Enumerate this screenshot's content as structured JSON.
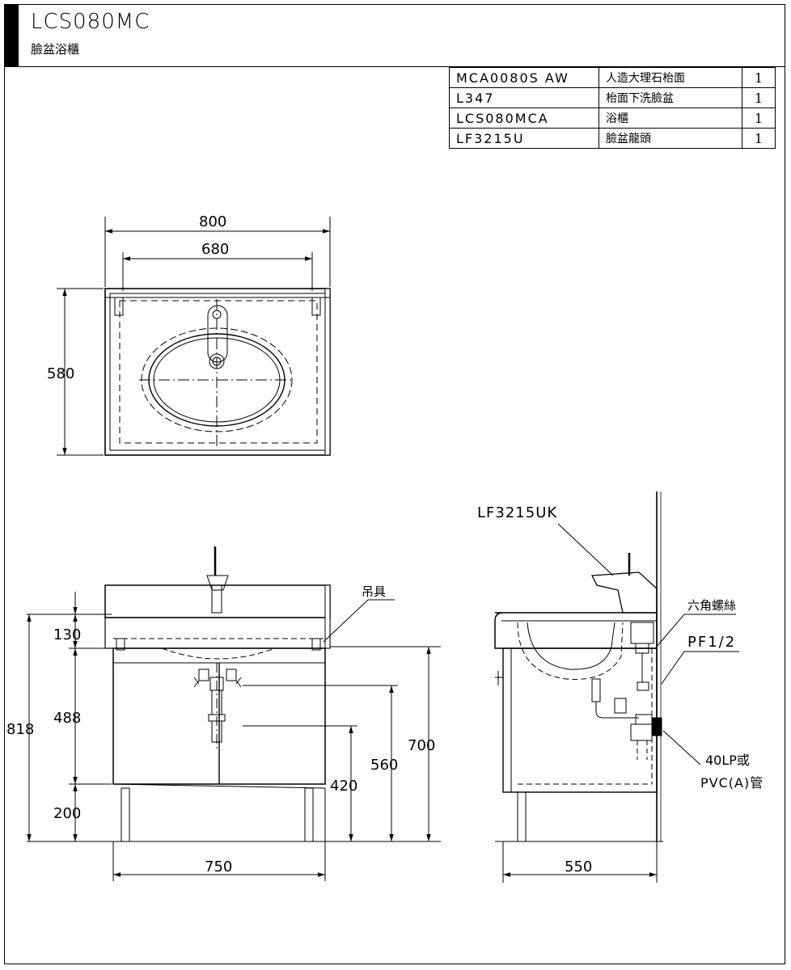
{
  "header": {
    "model_code": "LCS080MC",
    "product_name": "臉盆浴櫃"
  },
  "parts_table": [
    {
      "code": "MCA0080S AW",
      "description": "人造大理石枱面",
      "qty": "1"
    },
    {
      "code": "L347",
      "description": "枱面下洗臉盆",
      "qty": "1"
    },
    {
      "code": "LCS080MCA",
      "description": "浴櫃",
      "qty": "1"
    },
    {
      "code": "LF3215U",
      "description": "臉盆龍頭",
      "qty": "1"
    }
  ],
  "top_view": {
    "width_total": "800",
    "width_inner": "680",
    "depth": "580"
  },
  "front_view": {
    "hanger_label": "吊具",
    "height_top": "130",
    "height_cabinet": "488",
    "height_total": "818",
    "height_legs": "200",
    "height_700": "700",
    "height_560": "560",
    "height_420": "420",
    "width": "750"
  },
  "side_view": {
    "faucet_label": "LF3215UK",
    "hex_screw_label": "六角螺絲",
    "pipe_thread_label": "PF1/2",
    "drain_label_1": "40LP或",
    "drain_label_2": "PVC(A)管",
    "depth": "550"
  }
}
